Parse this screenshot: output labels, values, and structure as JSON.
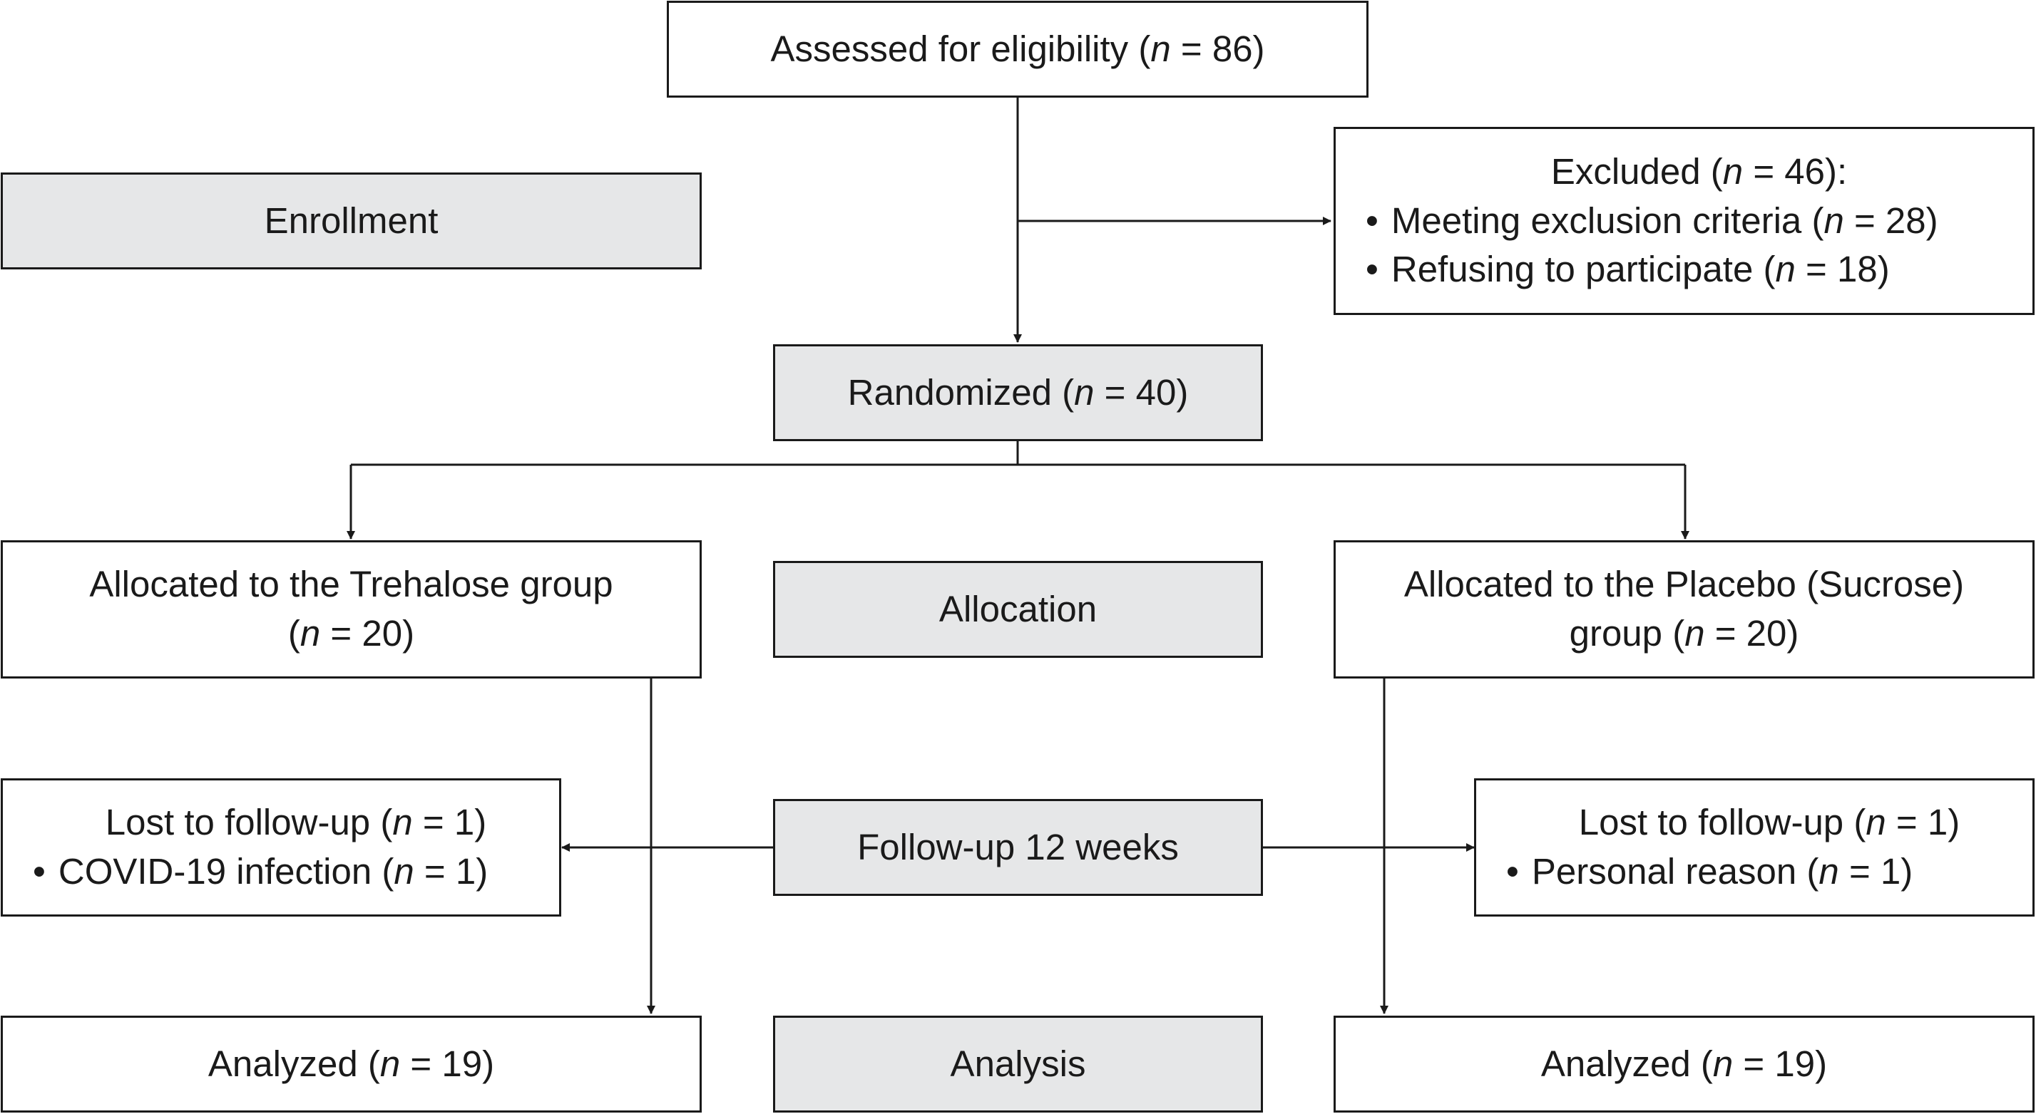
{
  "stages": {
    "enrollment": "Enrollment",
    "allocation": "Allocation",
    "followup": "Follow-up 12 weeks",
    "analysis": "Analysis"
  },
  "nodes": {
    "assessed": {
      "text": "Assessed for eligibility (",
      "n": "n",
      "tail": " = 86)"
    },
    "excluded": {
      "head": {
        "text": "Excluded (",
        "n": "n",
        "tail": " = 46):"
      },
      "items": [
        {
          "bullet": "•",
          "text": "Meeting exclusion criteria (",
          "n": "n",
          "tail": " = 28)"
        },
        {
          "bullet": "•",
          "text": "Refusing to participate (",
          "n": "n",
          "tail": " = 18)"
        }
      ]
    },
    "randomized": {
      "text": "Randomized (",
      "n": "n",
      "tail": " = 40)"
    },
    "alloc_trehalose": {
      "line1": "Allocated to the Trehalose group",
      "line2": {
        "text": "(",
        "n": "n",
        "tail": " = 20)"
      }
    },
    "alloc_placebo": {
      "line1": "Allocated to the Placebo (Sucrose)",
      "line2": {
        "text": "group (",
        "n": "n",
        "tail": " = 20)"
      }
    },
    "lost_trehalose": {
      "head": {
        "text": "Lost to follow-up (",
        "n": "n",
        "tail": " = 1)"
      },
      "items": [
        {
          "bullet": "•",
          "text": "COVID-19 infection (",
          "n": "n",
          "tail": " = 1)"
        }
      ]
    },
    "lost_placebo": {
      "head": {
        "text": "Lost to follow-up (",
        "n": "n",
        "tail": " = 1)"
      },
      "items": [
        {
          "bullet": "•",
          "text": "Personal reason (",
          "n": "n",
          "tail": " = 1)"
        }
      ]
    },
    "analyzed_trehalose": {
      "text": "Analyzed (",
      "n": "n",
      "tail": " = 19)"
    },
    "analyzed_placebo": {
      "text": "Analyzed (",
      "n": "n",
      "tail": " = 19)"
    }
  },
  "colors": {
    "stage_fill": "#e6e7e8",
    "box_fill": "#ffffff",
    "stroke": "#1a1a1a"
  }
}
